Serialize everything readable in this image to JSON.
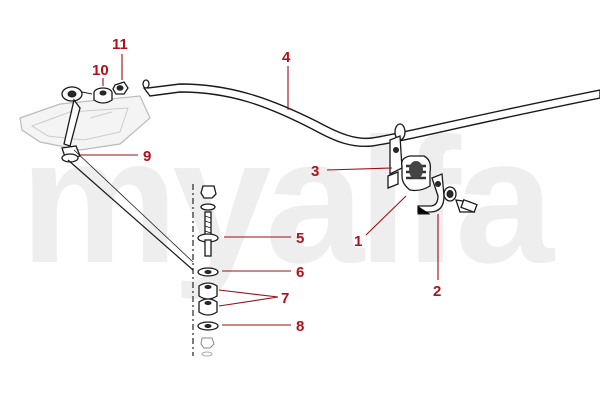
{
  "watermark": "myalfa",
  "accent_color": "#b30f1a",
  "callouts": {
    "c1": "1",
    "c2": "2",
    "c3": "3",
    "c4": "4",
    "c5": "5",
    "c6": "6",
    "c7": "7",
    "c8": "8",
    "c9": "9",
    "c10": "10",
    "c11": "11"
  }
}
